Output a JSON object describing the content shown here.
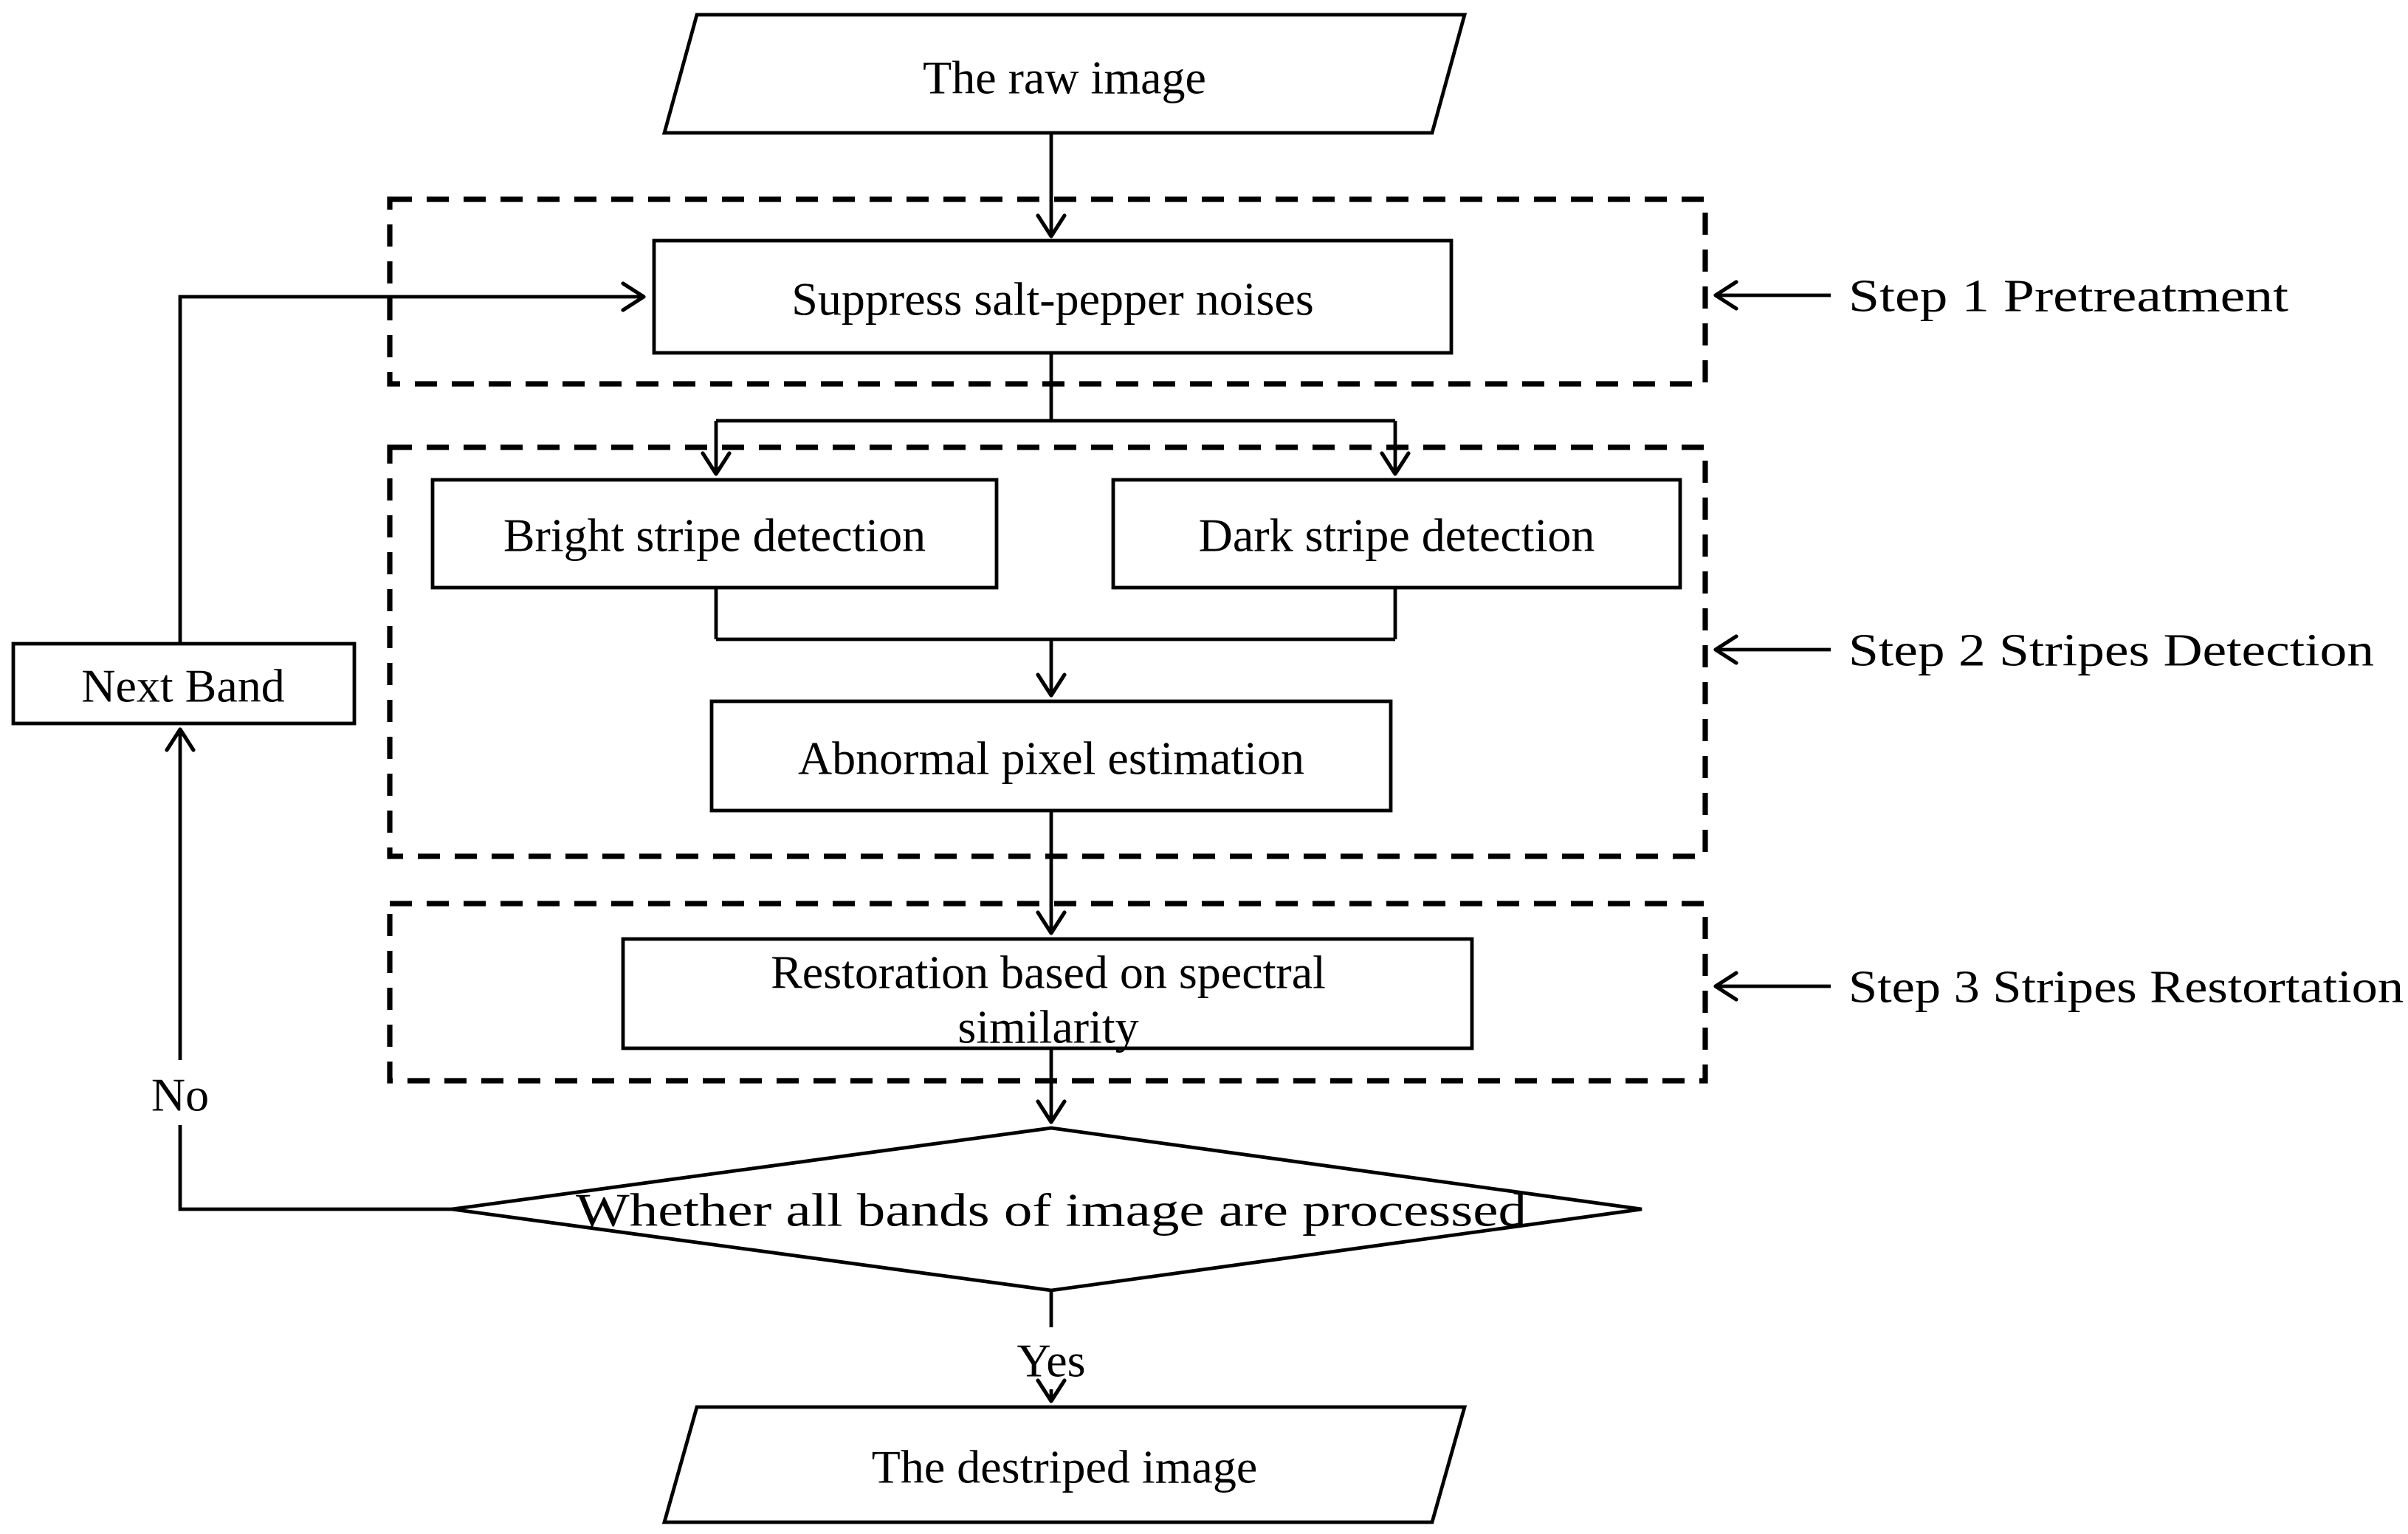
{
  "diagram": {
    "nodes": {
      "raw_image": {
        "shape": "parallelogram",
        "label": "The raw image"
      },
      "suppress": {
        "shape": "rect",
        "label": "Suppress salt-pepper noises"
      },
      "bright_detection": {
        "shape": "rect",
        "label": "Bright stripe detection"
      },
      "dark_detection": {
        "shape": "rect",
        "label": "Dark stripe detection"
      },
      "next_band": {
        "shape": "rect",
        "label": "Next Band"
      },
      "abnormal_estimation": {
        "shape": "rect",
        "label": "Abnormal pixel estimation"
      },
      "restoration": {
        "shape": "rect",
        "lines": [
          "Restoration based on spectral",
          "similarity"
        ]
      },
      "decision": {
        "shape": "diamond",
        "label": "Whether all bands of image are processed"
      },
      "destriped_image": {
        "shape": "parallelogram",
        "label": "The destriped image"
      }
    },
    "step_labels": [
      {
        "label": "Step 1 Pretreatment"
      },
      {
        "label": "Step 2 Stripes Detection"
      },
      {
        "label": "Step 3 Stripes Restortation"
      }
    ],
    "branch_labels": {
      "yes": "Yes",
      "no": "No"
    },
    "colors": {
      "stroke": "#000000",
      "background": "#ffffff"
    }
  }
}
